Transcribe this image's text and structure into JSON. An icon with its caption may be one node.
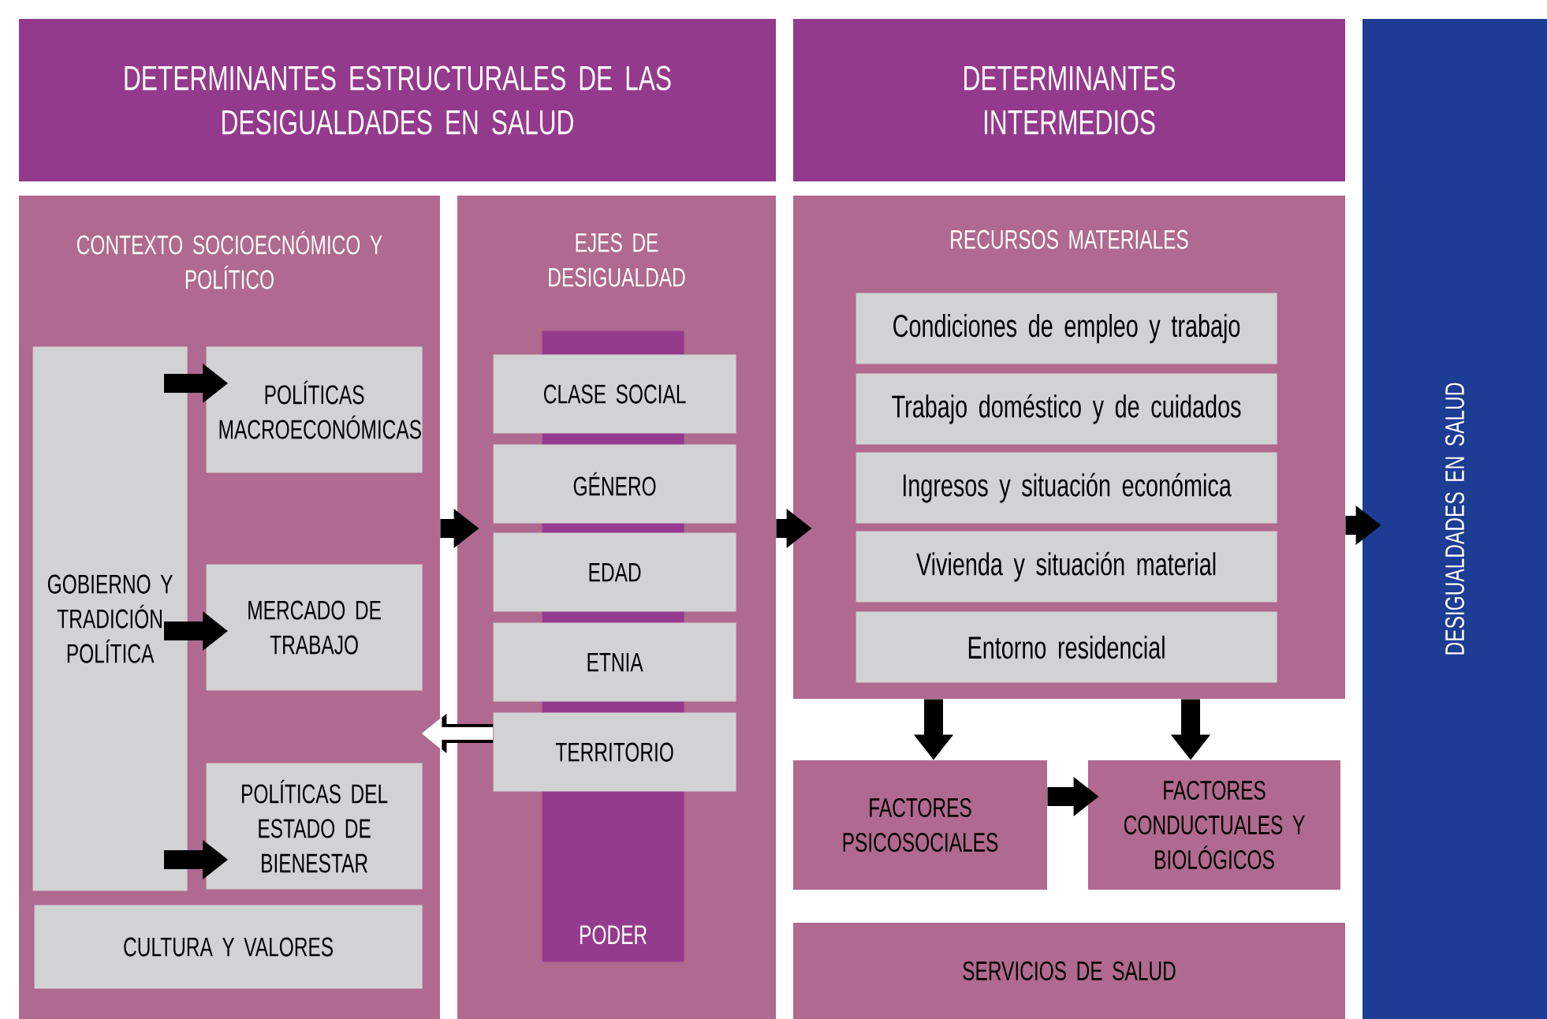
{
  "diagram": {
    "nodes": [
      {
        "text": [
          "DETERMINANTES ESTRUCTURALES DE LAS DESIGUALDADES EN SALUD"
        ]
      },
      {
        "text": [
          "DETERMINANTES INTERMEDIOS"
        ]
      },
      {
        "text": [
          "DESIGUALDADES EN SALUD"
        ]
      },
      {
        "text": [
          "CONTEXTO SOCIOECNÓMICO Y POLÍTICO"
        ]
      },
      {
        "text": [
          "GOBIERNO Y TRADICIÓN POLÍTICA"
        ],
        "in": 3
      },
      {
        "text": [
          "POLÍTICAS MACROECONÓMICAS"
        ],
        "in": 3
      },
      {
        "text": [
          "MERCADO DE TRABAJO"
        ],
        "in": 3
      },
      {
        "text": [
          "POLÍTICAS DEL ESTADO DE BIENESTAR"
        ],
        "in": 3
      },
      {
        "text": [
          "CULTURA Y VALORES"
        ],
        "in": 3
      },
      {
        "text": [
          "EJES DE DESIGUALDAD"
        ]
      },
      {
        "text": [
          "PODER"
        ],
        "in": 9
      },
      {
        "text": [
          "CLASE SOCIAL"
        ],
        "in": 9
      },
      {
        "text": [
          "GÉNERO"
        ],
        "in": 9
      },
      {
        "text": [
          "EDAD"
        ],
        "in": 9
      },
      {
        "text": [
          "ETNIA"
        ],
        "in": 9
      },
      {
        "text": [
          "TERRITORIO"
        ],
        "in": 9
      },
      {
        "text": [
          "RECURSOS MATERIALES"
        ]
      },
      {
        "text": [
          "Condiciones de empleo y trabajo"
        ],
        "in": 16
      },
      {
        "text": [
          "Trabajo doméstico y de cuidados"
        ],
        "in": 16
      },
      {
        "text": [
          "Ingresos y situación económica"
        ],
        "in": 16
      },
      {
        "text": [
          "Vivienda y situación material"
        ],
        "in": 16
      },
      {
        "text": [
          "Entorno residencial"
        ],
        "in": 16
      },
      {
        "text": [
          "FACTORES PSICOSOCIALES"
        ]
      },
      {
        "text": [
          "FACTORES CONDUCTUALES Y BIOLÓGICOS"
        ]
      },
      {
        "text": [
          "SERVICIOS DE SALUD"
        ]
      }
    ],
    "edges": [
      {
        "from": 4,
        "to": 5,
        "arrow": "to"
      },
      {
        "from": 4,
        "to": 6,
        "arrow": "to"
      },
      {
        "from": 4,
        "to": 7,
        "arrow": "to"
      },
      {
        "from": 3,
        "to": 9,
        "arrow": "to"
      },
      {
        "from": 15,
        "to": 3,
        "arrow": "to",
        "color": "#ffffff"
      },
      {
        "from": 9,
        "to": 16,
        "arrow": "to"
      },
      {
        "from": 16,
        "to": 2,
        "arrow": "to"
      },
      {
        "from": 16,
        "to": 22,
        "arrow": "to"
      },
      {
        "from": 16,
        "to": 23,
        "arrow": "to"
      },
      {
        "from": 22,
        "to": 23,
        "arrow": "to"
      }
    ]
  }
}
